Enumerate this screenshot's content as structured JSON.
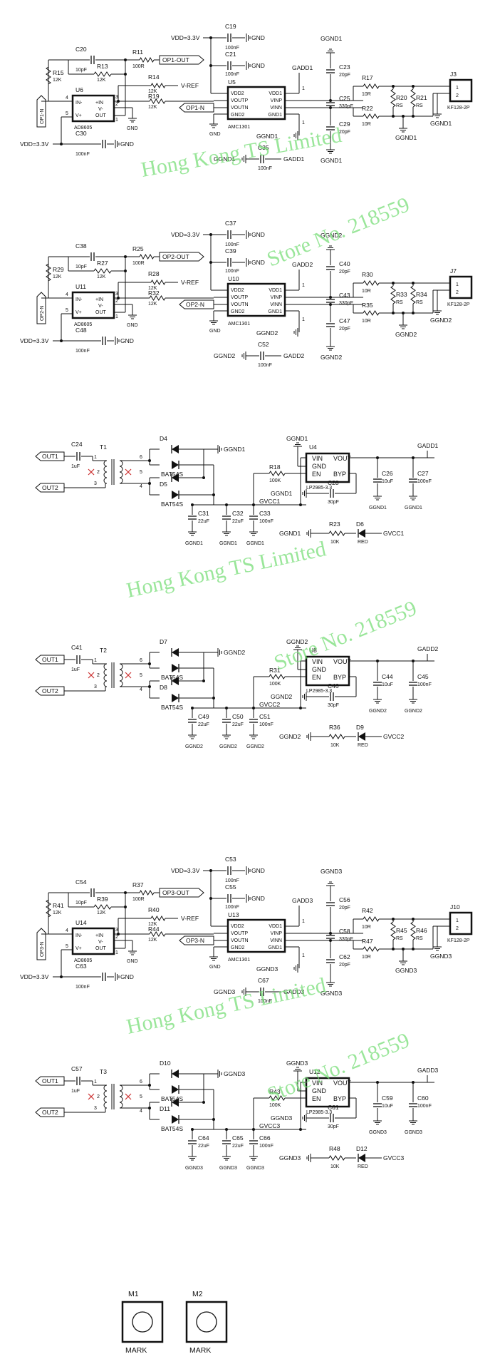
{
  "nets": {
    "vdd": "VDD=3.3V",
    "gnd": "GND",
    "vref": "V-REF",
    "op1_out": "OP1-OUT",
    "op1_n": "OP1-N",
    "op2_out": "OP2-OUT",
    "op2_n": "OP2-N",
    "op3_out": "OP3-OUT",
    "op3_n": "OP3-N",
    "gadd1": "GADD1",
    "gadd2": "GADD2",
    "gadd3": "GADD3",
    "ggnd1": "GGND1",
    "ggnd2": "GGND2",
    "ggnd3": "GGND3",
    "gvcc1": "GVCC1",
    "gvcc2": "GVCC2",
    "gvcc3": "GVCC3",
    "out1": "OUT1",
    "out2": "OUT2"
  },
  "chips": {
    "ad8605": {
      "p1": "IN-",
      "p2": "V+",
      "p3": "+IN",
      "p4": "V-",
      "p5": "OUT",
      "value": "AD8605"
    },
    "amc1301": {
      "p1": "VDD2",
      "p2": "VOUTP",
      "p3": "VOUTN",
      "p4": "GND2",
      "p5": "VDD1",
      "p6": "VINP",
      "p7": "VINN",
      "p8": "GND1",
      "value": "AMC1301"
    },
    "lp2985": {
      "p1": "VIN",
      "p2": "VOUT",
      "p3": "GND",
      "p4": "EN",
      "p5": "BYP",
      "value": "LP2985-3.3"
    },
    "conn_value": "KF128-2P",
    "diode_value": "BAT54S",
    "led_value": "RED",
    "mark_value": "MARK"
  },
  "section1": {
    "opamp": "U6",
    "iso": "U5",
    "conn": "J3",
    "c_fb": "C20",
    "c_fb_v": "10pF",
    "r_in": "R15",
    "r_in_v": "12K",
    "r_fb": "R13",
    "r_fb_v": "12K",
    "r_out": "R11",
    "r_out_v": "100R",
    "r_ref": "R14",
    "r_ref_v": "12K",
    "r_p": "R19",
    "r_p_v": "12K",
    "c_vdd": "C30",
    "c_vdd_v": "100nF",
    "c_a": "C19",
    "c_a_v": "100nF",
    "c_b": "C21",
    "c_b_v": "100nF",
    "c_top": "C23",
    "c_top_v": "20pF",
    "c_mid": "C25",
    "c_mid_v": "330pF",
    "c_bot": "C29",
    "c_bot_v": "20pF",
    "r_a": "R17",
    "r_a_v": "10R",
    "r_b": "R22",
    "r_b_v": "10R",
    "r_s1": "R20",
    "r_s1_v": "RS",
    "r_s2": "R21",
    "r_s2_v": "RS",
    "c_iso": "C35",
    "c_iso_v": "100nF",
    "pin_a": "1",
    "pin_b": "1"
  },
  "section2": {
    "opamp": "U11",
    "iso": "U10",
    "conn": "J7",
    "c_fb": "C38",
    "c_fb_v": "10pF",
    "r_in": "R29",
    "r_in_v": "12K",
    "r_fb": "R27",
    "r_fb_v": "12K",
    "r_out": "R25",
    "r_out_v": "100R",
    "r_ref": "R28",
    "r_ref_v": "12K",
    "r_p": "R32",
    "r_p_v": "12K",
    "c_vdd": "C48",
    "c_vdd_v": "100nF",
    "c_a": "C37",
    "c_a_v": "100nF",
    "c_b": "C39",
    "c_b_v": "100nF",
    "c_top": "C40",
    "c_top_v": "20pF",
    "c_mid": "C43",
    "c_mid_v": "330pF",
    "c_bot": "C47",
    "c_bot_v": "20pF",
    "r_a": "R30",
    "r_a_v": "10R",
    "r_b": "R35",
    "r_b_v": "10R",
    "r_s1": "R33",
    "r_s1_v": "RS",
    "r_s2": "R34",
    "r_s2_v": "RS",
    "c_iso": "C52",
    "c_iso_v": "100nF",
    "pin_a": "1",
    "pin_b": "1"
  },
  "section3": {
    "opamp": "U14",
    "iso": "U13",
    "conn": "J10",
    "c_fb": "C54",
    "c_fb_v": "10pF",
    "r_in": "R41",
    "r_in_v": "12K",
    "r_fb": "R39",
    "r_fb_v": "12K",
    "r_out": "R37",
    "r_out_v": "100R",
    "r_ref": "R40",
    "r_ref_v": "12K",
    "r_p": "R44",
    "r_p_v": "12K",
    "c_vdd": "C63",
    "c_vdd_v": "100nF",
    "c_a": "C53",
    "c_a_v": "100nF",
    "c_b": "C55",
    "c_b_v": "100nF",
    "c_top": "C56",
    "c_top_v": "20pF",
    "c_mid": "C58",
    "c_mid_v": "330pF",
    "c_bot": "C62",
    "c_bot_v": "20pF",
    "r_a": "R42",
    "r_a_v": "10R",
    "r_b": "R47",
    "r_b_v": "10R",
    "r_s1": "R45",
    "r_s1_v": "RS",
    "r_s2": "R46",
    "r_s2_v": "RS",
    "c_iso": "C67",
    "c_iso_v": "100nF",
    "pin_a": "1",
    "pin_b": "1"
  },
  "psu1": {
    "c_in": "C24",
    "c_in_v": "1uF",
    "xfmr": "T1",
    "d_a": "D4",
    "d_b": "D5",
    "reg": "U4",
    "r_en": "R18",
    "r_en_v": "100K",
    "c_byp": "C28",
    "c_byp_v": "30pF",
    "c_o1": "C26",
    "c_o1_v": "10uF",
    "c_o2": "C27",
    "c_o2_v": "100nF",
    "c_r1": "C31",
    "c_r1_v": "22uF",
    "c_r2": "C32",
    "c_r2_v": "22uF",
    "c_r3": "C33",
    "c_r3_v": "100nF",
    "r_led": "R23",
    "r_led_v": "10K",
    "led": "D6"
  },
  "psu2": {
    "c_in": "C41",
    "c_in_v": "1uF",
    "xfmr": "T2",
    "d_a": "D7",
    "d_b": "D8",
    "reg": "U8",
    "r_en": "R31",
    "r_en_v": "100K",
    "c_byp": "C46",
    "c_byp_v": "30pF",
    "c_o1": "C44",
    "c_o1_v": "10uF",
    "c_o2": "C45",
    "c_o2_v": "100nF",
    "c_r1": "C49",
    "c_r1_v": "22uF",
    "c_r2": "C50",
    "c_r2_v": "22uF",
    "c_r3": "C51",
    "c_r3_v": "100nF",
    "r_led": "R36",
    "r_led_v": "10K",
    "led": "D9"
  },
  "psu3": {
    "c_in": "C57",
    "c_in_v": "1uF",
    "xfmr": "T3",
    "d_a": "D10",
    "d_b": "D11",
    "reg": "U12",
    "r_en": "R43",
    "r_en_v": "100K",
    "c_byp": "C61",
    "c_byp_v": "30pF",
    "c_o1": "C59",
    "c_o1_v": "10uF",
    "c_o2": "C60",
    "c_o2_v": "100nF",
    "c_r1": "C64",
    "c_r1_v": "22uF",
    "c_r2": "C65",
    "c_r2_v": "22uF",
    "c_r3": "C66",
    "c_r3_v": "100nF",
    "r_led": "R48",
    "r_led_v": "10K",
    "led": "D12"
  },
  "xfmr_pins": {
    "p1": "1",
    "p2": "2",
    "p3": "3",
    "p4": "4",
    "p5": "5",
    "p6": "6"
  },
  "marks": {
    "m1": "M1",
    "m2": "M2"
  },
  "watermarks": {
    "company": "Hong Kong TS Limited",
    "store": "Store No. 218559"
  }
}
